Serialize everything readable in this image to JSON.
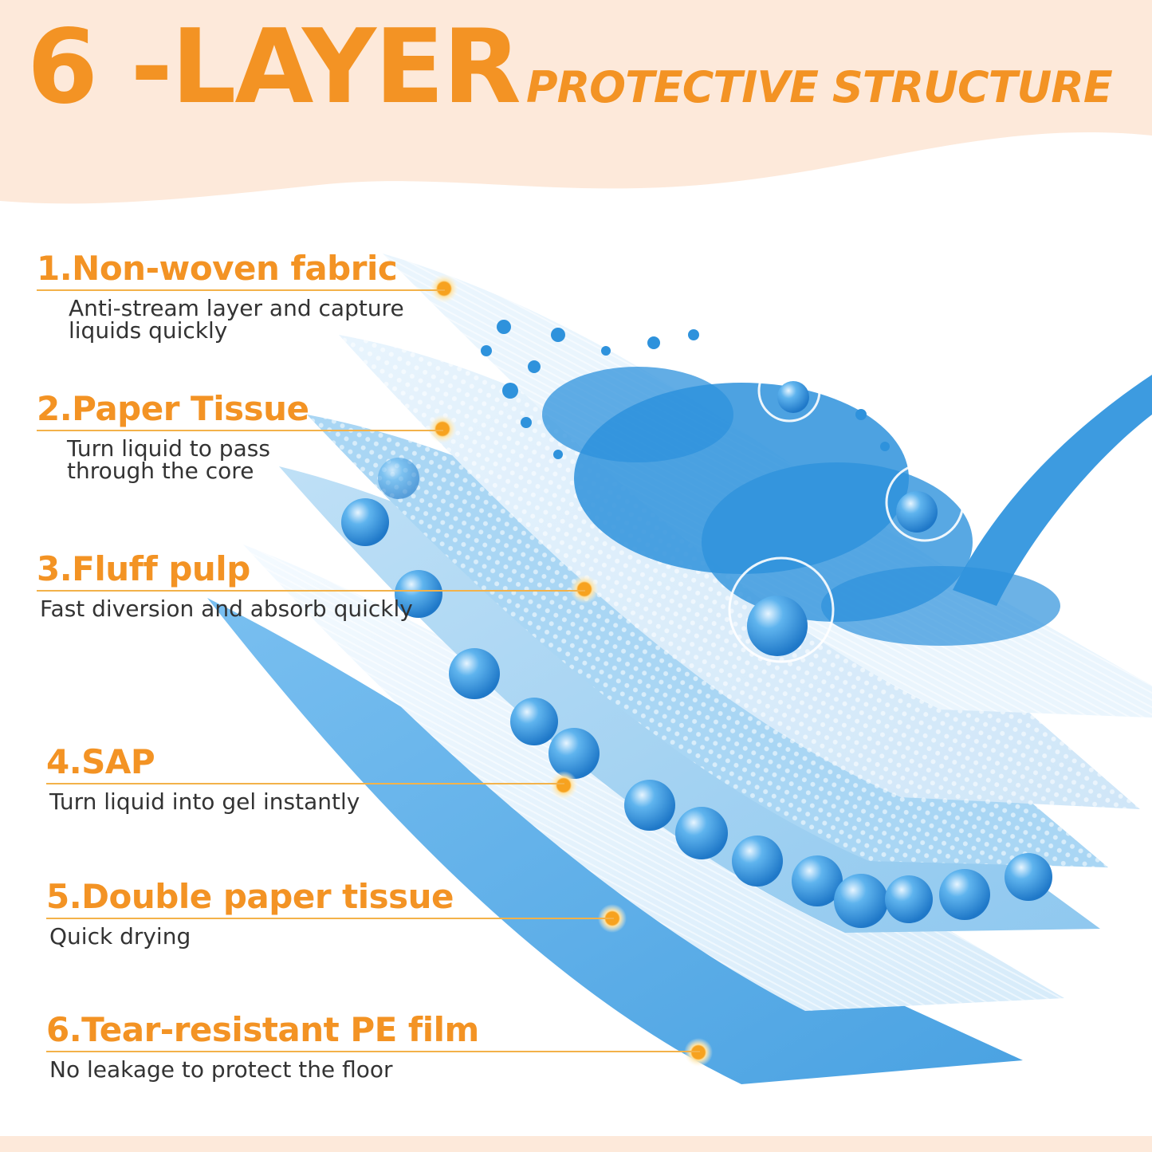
{
  "header": {
    "title_main": "6 -LAYER",
    "title_sub": "PROTECTIVE STRUCTURE"
  },
  "layers": [
    {
      "title": "1.Non-woven fabric",
      "desc": "Anti-stream layer and capture\nliquids quickly"
    },
    {
      "title": "2.Paper Tissue",
      "desc": "Turn liquid to pass\nthrough the core"
    },
    {
      "title": "3.Fluff pulp",
      "desc": "Fast diversion and absorb quickly"
    },
    {
      "title": "4.SAP",
      "desc": "Turn liquid into gel instantly"
    },
    {
      "title": "5.Double paper tissue",
      "desc": "Quick drying"
    },
    {
      "title": "6.Tear-resistant PE film",
      "desc": "No leakage to protect the floor"
    }
  ],
  "colors": {
    "accent": "#f39324",
    "header_band": "#fde9da",
    "layer_blue": "#5aaee6",
    "water_blue": "#2c8fd6"
  }
}
